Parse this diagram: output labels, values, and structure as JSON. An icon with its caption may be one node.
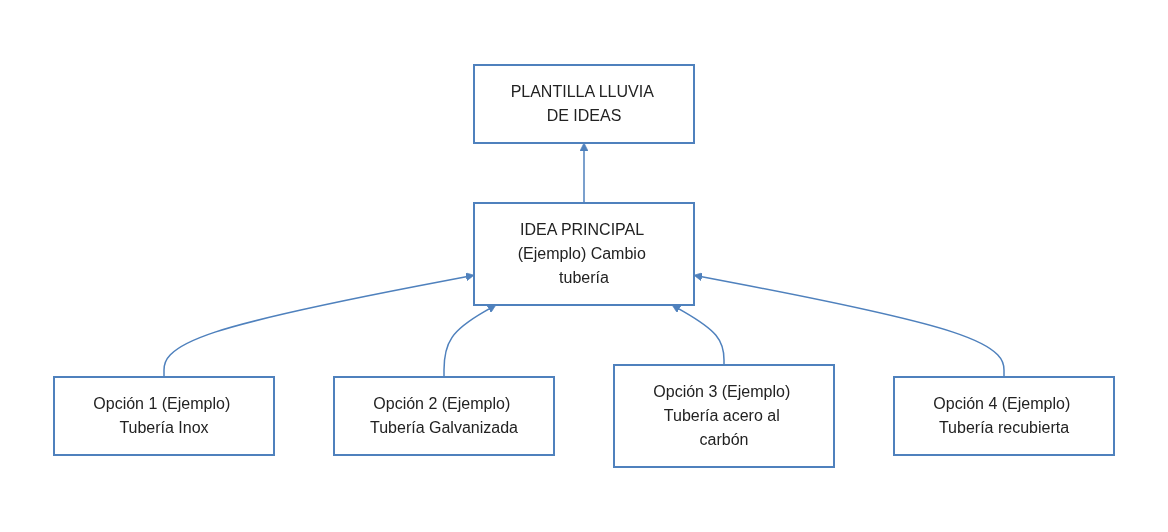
{
  "diagram": {
    "nodes": [
      {
        "text": [
          "PLANTILLA LLUVIA DE IDEAS"
        ]
      },
      {
        "text": [
          "Opción 1 (Ejemplo) Tubería Inox"
        ]
      },
      {
        "text": [
          "Opción 2 (Ejemplo) Tubería Galvanizada"
        ]
      },
      {
        "text": [
          "IDEA PRINCIPAL (Ejemplo) Cambio tubería"
        ]
      },
      {
        "text": [
          "Opción 3 (Ejemplo) Tubería acero al carbón"
        ]
      },
      {
        "text": [
          "Opción 4 (Ejemplo) Tubería recubierta"
        ]
      }
    ],
    "edges": [
      {
        "from": 3,
        "to": 0,
        "arrow": "to"
      },
      {
        "from": 1,
        "to": 3,
        "arrow": "to"
      },
      {
        "from": 2,
        "to": 3,
        "arrow": "to"
      },
      {
        "from": 4,
        "to": 3,
        "arrow": "to"
      },
      {
        "from": 5,
        "to": 3,
        "arrow": "to"
      }
    ]
  }
}
